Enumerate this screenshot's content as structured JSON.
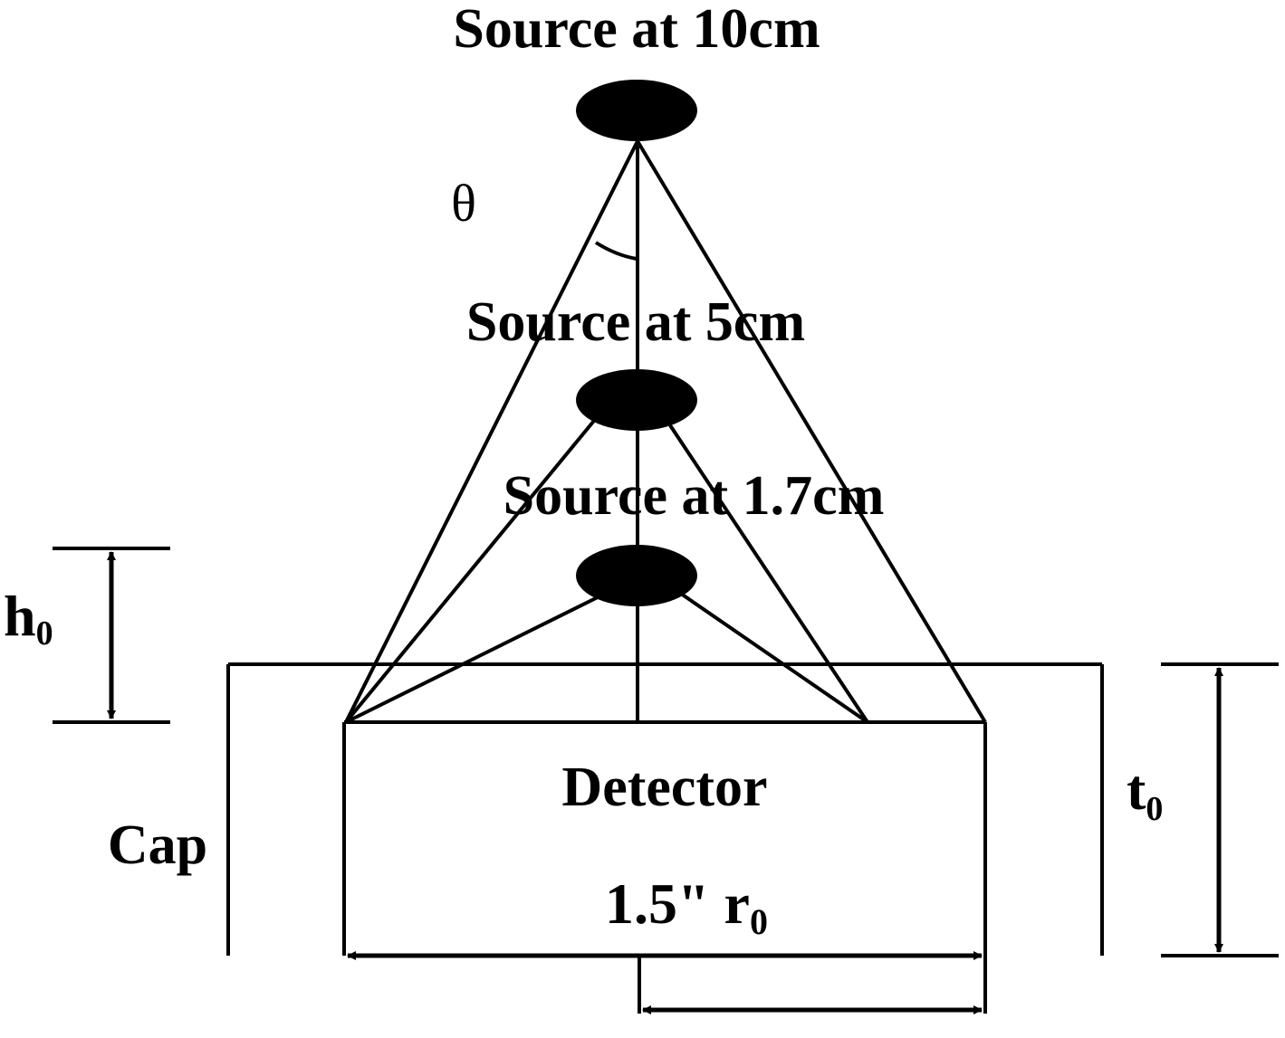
{
  "labels": {
    "source_10": "Source at 10cm",
    "source_5": "Source at 5cm",
    "source_1_7": "Source at 1.7cm",
    "theta": "θ",
    "h": "h",
    "h_sub": "0",
    "t": "t",
    "t_sub": "0",
    "detector": "Detector",
    "cap": "Cap",
    "diameter": "1.5\" r",
    "diameter_sub": "0"
  },
  "colors": {
    "stroke": "#000000",
    "fill": "#000000",
    "background": "#ffffff"
  }
}
